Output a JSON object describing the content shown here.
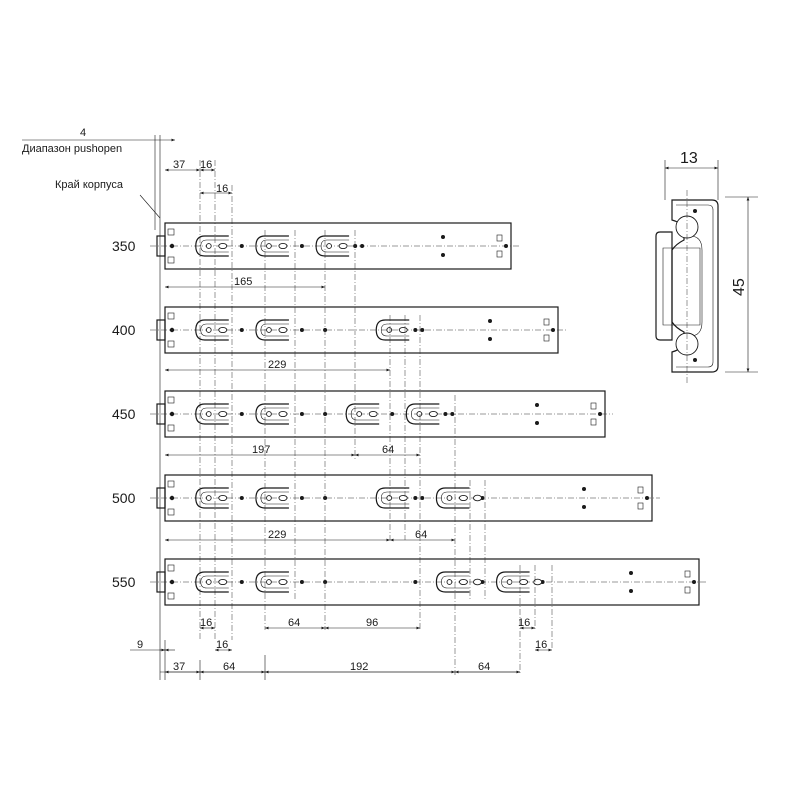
{
  "notes": {
    "pushopen_value": "4",
    "pushopen_label": "Диапазон pushopen",
    "cabinet_edge_label": "Край корпуса"
  },
  "rows": [
    {
      "label": "350",
      "length_mm": 350,
      "clips": [
        37,
        101,
        165
      ],
      "holes": [
        197
      ]
    },
    {
      "label": "400",
      "length_mm": 400,
      "clips": [
        37,
        101,
        229
      ],
      "holes": [
        165,
        261
      ]
    },
    {
      "label": "450",
      "length_mm": 450,
      "clips": [
        37,
        101,
        197,
        261
      ],
      "holes": [
        165,
        293
      ]
    },
    {
      "label": "500",
      "length_mm": 500,
      "clips": [
        37,
        101,
        229,
        293
      ],
      "holes": [
        165,
        261
      ],
      "slot": 325
    },
    {
      "label": "550",
      "length_mm": 550,
      "clips": [
        37,
        101,
        293,
        357
      ],
      "holes": [
        165,
        261
      ],
      "slots": [
        325,
        389
      ]
    }
  ],
  "dims": {
    "top_37": "37",
    "top_16a": "16",
    "top_16b": "16",
    "d165": "165",
    "d229a": "229",
    "d197": "197",
    "d64a": "64",
    "d229b": "229",
    "d64b": "64",
    "b16a": "16",
    "b16b": "16",
    "b64a": "64",
    "b96": "96",
    "b16c": "16",
    "b16d": "16",
    "b9": "9",
    "b37": "37",
    "b64b": "64",
    "b192": "192",
    "b64c": "64"
  },
  "profile": {
    "width": "13",
    "height": "45"
  }
}
